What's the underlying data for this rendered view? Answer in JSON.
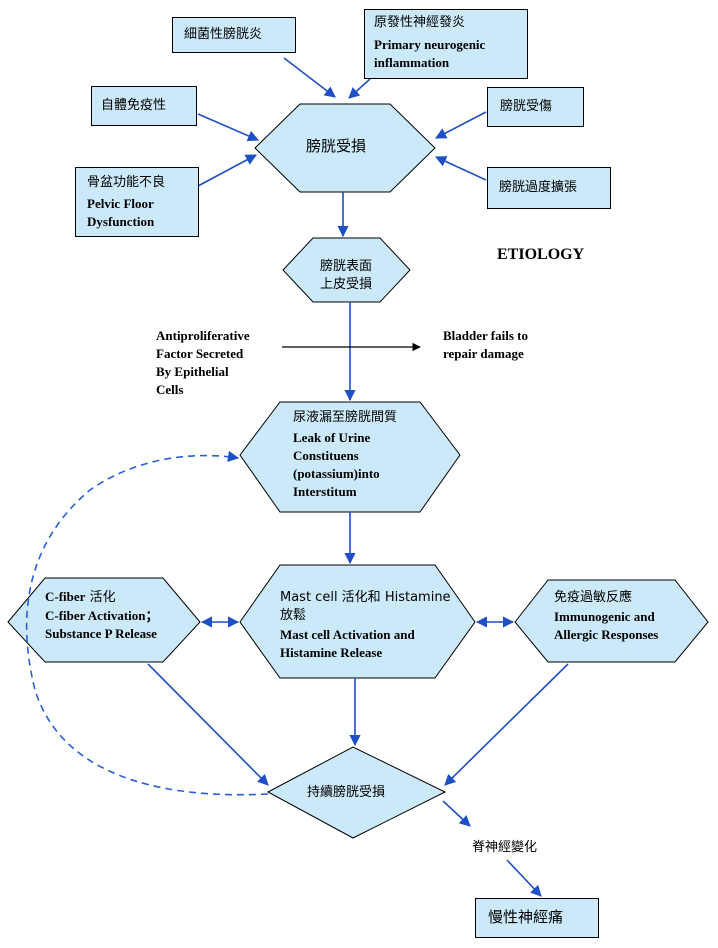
{
  "heading": "ETIOLOGY",
  "causes": {
    "bacterial": "細菌性膀胱炎",
    "neurogenic_cn": "原發性神經發炎",
    "neurogenic_en_1": "Primary neurogenic",
    "neurogenic_en_2": "inflammation",
    "autoimmune": "自體免疫性",
    "bladder_injury": "膀胱受傷",
    "pelvic_cn": "骨盆功能不良",
    "pelvic_en_1": "Pelvic Floor",
    "pelvic_en_2": "Dysfunction",
    "overdistension": "膀胱過度擴張"
  },
  "nodes": {
    "bladder_damage": "膀胱受損",
    "epithelium_1": "膀胱表面",
    "epithelium_2": "上皮受損",
    "leak_cn": "尿液漏至膀胱間質",
    "leak_en_1": "Leak of Urine",
    "leak_en_2": "Constituens",
    "leak_en_3": "(potassium)into",
    "leak_en_4": "Interstitum",
    "cfiber_cn_a": "C-fiber",
    "cfiber_cn_b": " 活化",
    "cfiber_en_1": "C-fiber Activation；",
    "cfiber_en_2": "Substance P Release",
    "mast_cn_1": "Mast cell 活化和 Histamine",
    "mast_cn_2": "放鬆",
    "mast_en_1": "Mast cell Activation and",
    "mast_en_2": "Histamine Release",
    "immune_cn": "免疫過敏反應",
    "immune_en_1": "Immunogenic and",
    "immune_en_2": "Allergic Responses",
    "persistent": "持續膀胱受損",
    "spinal": "脊神經變化",
    "chronic_pain": "慢性神經痛"
  },
  "side_notes": {
    "antiproliferative_1": "Antiproliferative",
    "antiproliferative_2": "Factor Secreted",
    "antiproliferative_3": "By Epithelial",
    "antiproliferative_4": "Cells",
    "fails_1": "Bladder fails to",
    "fails_2": "repair damage"
  },
  "colors": {
    "fill": "#cce9f9",
    "arrow": "#1f4fc4",
    "dashed": "#2b5fd9",
    "stroke": "#000000"
  }
}
